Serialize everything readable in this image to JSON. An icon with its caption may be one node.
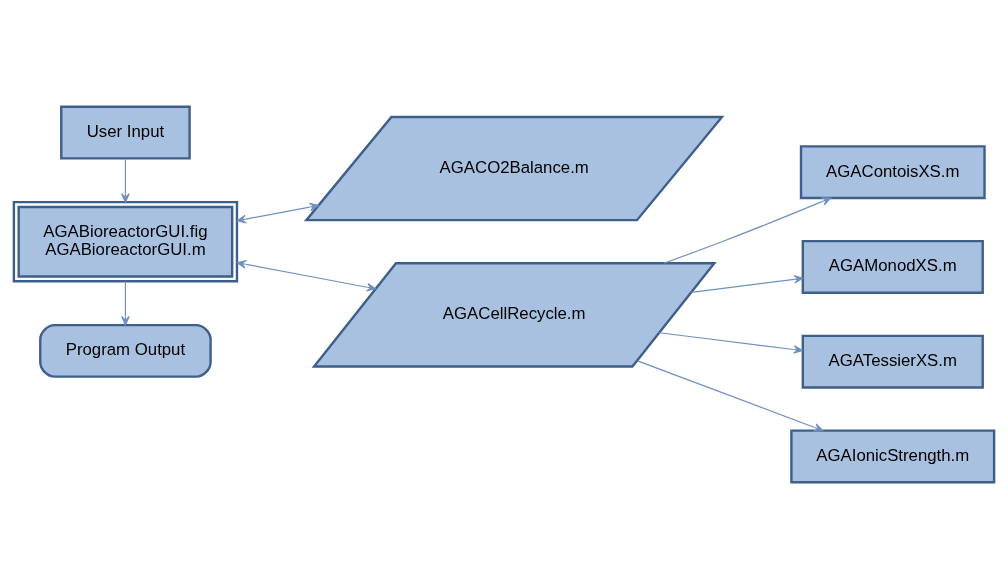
{
  "diagram": {
    "nodes": [
      {
        "text": [
          "User Input"
        ]
      },
      {
        "text": [
          "AGABioreactorGUI.fig AGABioreactorGUI.m"
        ]
      },
      {
        "text": [
          "Program Output"
        ]
      },
      {
        "text": [
          "AGACO2Balance.m"
        ]
      },
      {
        "text": [
          "AGACellRecycle.m"
        ]
      },
      {
        "text": [
          "AGAContoisXS.m"
        ]
      },
      {
        "text": [
          "AGAMonodXS.m"
        ]
      },
      {
        "text": [
          "AGATessierXS.m"
        ]
      },
      {
        "text": [
          "AGAIonicStrength.m"
        ]
      }
    ],
    "edges": [
      {
        "from": 0,
        "to": 1,
        "arrow": "to"
      },
      {
        "from": 1,
        "to": 2,
        "arrow": "to"
      },
      {
        "from": 1,
        "to": 3,
        "arrow": "both"
      },
      {
        "from": 1,
        "to": 4,
        "arrow": "both"
      },
      {
        "from": 4,
        "to": 5,
        "arrow": "to"
      },
      {
        "from": 4,
        "to": 6,
        "arrow": "to"
      },
      {
        "from": 4,
        "to": 7,
        "arrow": "to"
      },
      {
        "from": 4,
        "to": 8,
        "arrow": "to"
      }
    ]
  }
}
